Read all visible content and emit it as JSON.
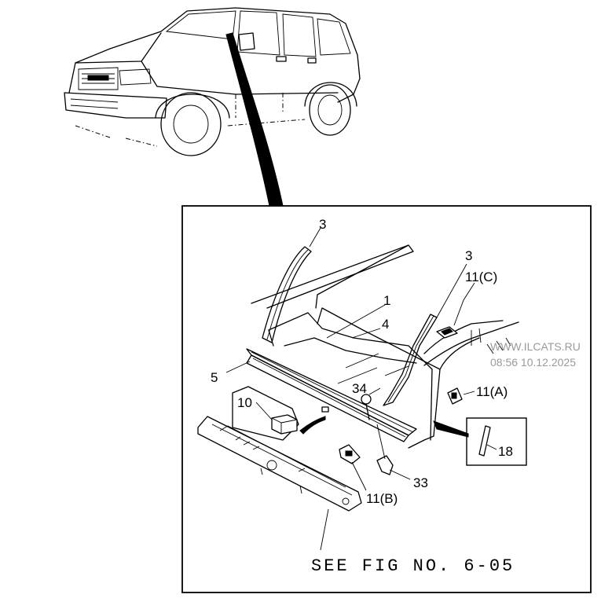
{
  "callouts": {
    "c1": "1",
    "c3a": "3",
    "c3b": "3",
    "c4": "4",
    "c5": "5",
    "c10": "10",
    "c11a": "11(A)",
    "c11b": "11(B)",
    "c11c": "11(C)",
    "c18": "18",
    "c33": "33",
    "c34": "34"
  },
  "reference": "SEE FIG NO. 6-05",
  "watermark": {
    "site": "WWW.ILCATS.RU",
    "timestamp": "08:56 10.12.2025"
  }
}
